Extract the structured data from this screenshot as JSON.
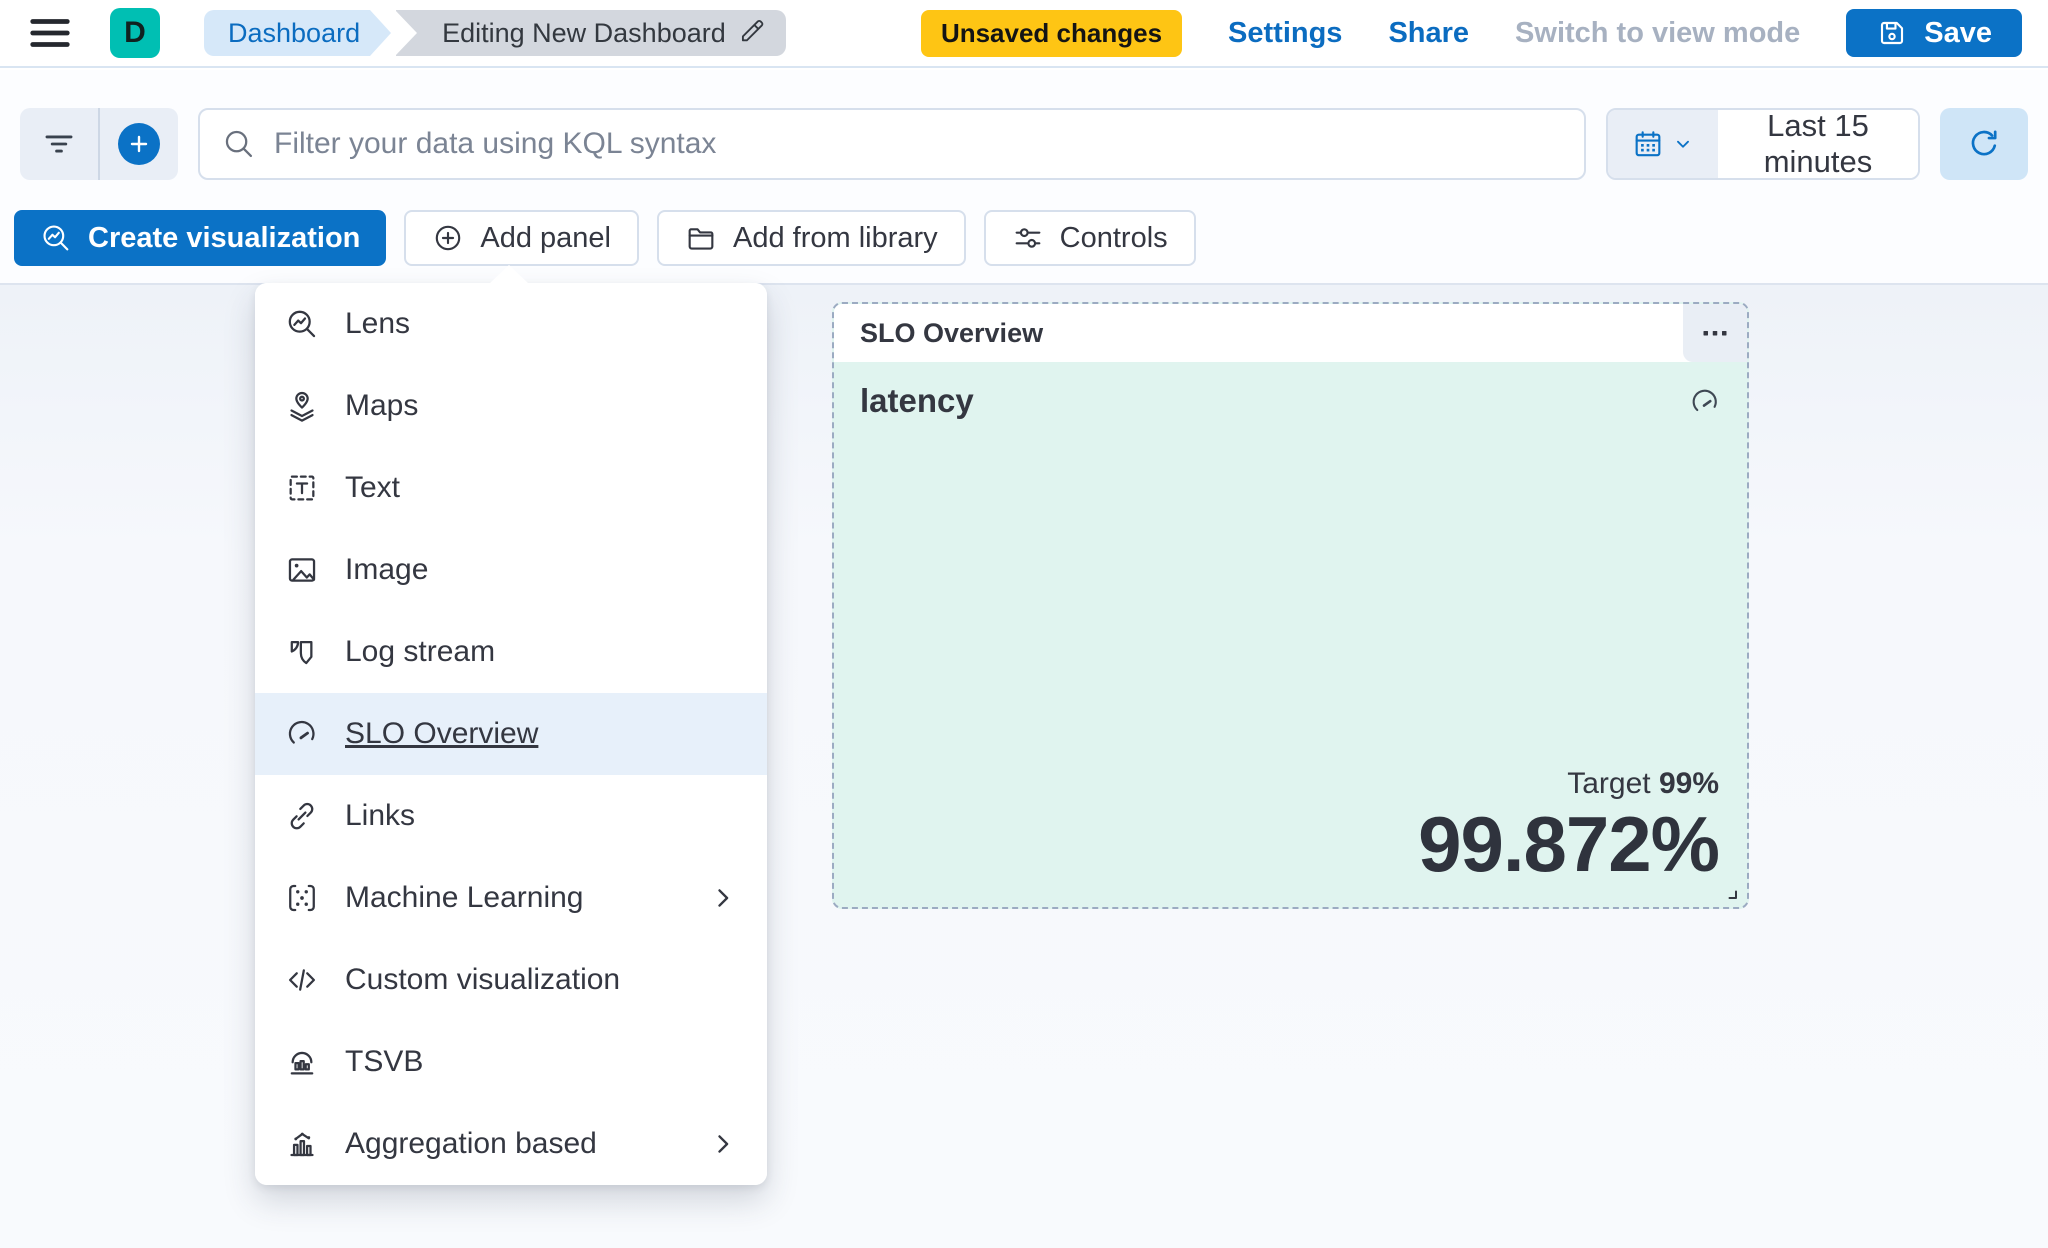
{
  "header": {
    "logo_letter": "D",
    "breadcrumbs": [
      {
        "label": "Dashboard"
      },
      {
        "label": "Editing New Dashboard"
      }
    ],
    "unsaved_badge": "Unsaved changes",
    "settings_label": "Settings",
    "share_label": "Share",
    "view_mode_label": "Switch to view mode",
    "save_label": "Save"
  },
  "filter_bar": {
    "search_placeholder": "Filter your data using KQL syntax",
    "time_range": "Last 15 minutes"
  },
  "toolbar": {
    "create_visualization_label": "Create visualization",
    "add_panel_label": "Add panel",
    "add_from_library_label": "Add from library",
    "controls_label": "Controls"
  },
  "add_panel_menu": {
    "items": [
      {
        "label": "Lens",
        "icon": "lens-icon"
      },
      {
        "label": "Maps",
        "icon": "maps-icon"
      },
      {
        "label": "Text",
        "icon": "text-icon"
      },
      {
        "label": "Image",
        "icon": "image-icon"
      },
      {
        "label": "Log stream",
        "icon": "log-stream-icon"
      },
      {
        "label": "SLO Overview",
        "icon": "gauge-icon",
        "selected": true
      },
      {
        "label": "Links",
        "icon": "link-icon"
      },
      {
        "label": "Machine Learning",
        "icon": "machine-learning-icon",
        "submenu": true
      },
      {
        "label": "Custom visualization",
        "icon": "code-icon"
      },
      {
        "label": "TSVB",
        "icon": "tsvb-icon"
      },
      {
        "label": "Aggregation based",
        "icon": "aggregation-icon",
        "submenu": true
      }
    ]
  },
  "slo_panel": {
    "title": "SLO Overview",
    "slo_name": "latency",
    "target_label": "Target",
    "target_value": "99%",
    "sli_value": "99.872%"
  },
  "colors": {
    "primary_blue": "#0b72c6",
    "badge_yellow": "#fec514",
    "logo_teal": "#00bfb3",
    "panel_mint": "#e0f4ef",
    "text_dark": "#343741",
    "disabled_gray": "#a7b1c1",
    "menu_highlight": "#e7f0fa"
  }
}
